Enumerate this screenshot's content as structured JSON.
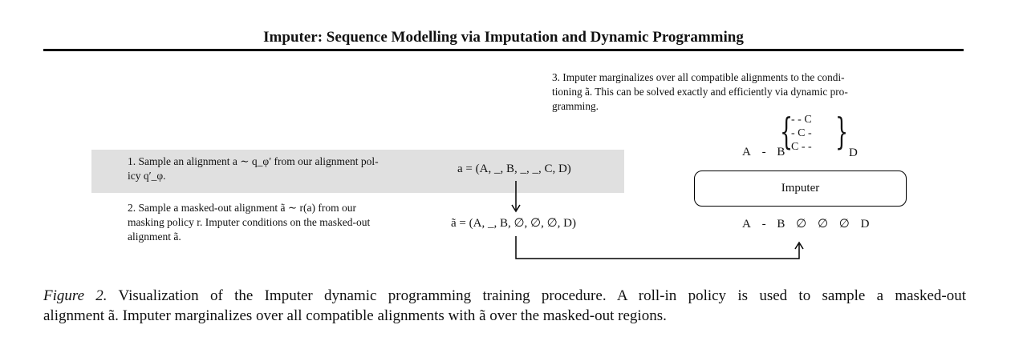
{
  "header": {
    "title": "Imputer: Sequence Modelling via Imputation and Dynamic Programming"
  },
  "step3": {
    "line1": "3.  Imputer marginalizes over all compatible alignments to the condi-",
    "line2": "tioning ã.  This can be solved exactly and efficiently via dynamic pro-",
    "line3": "gramming."
  },
  "step1": {
    "line1": "1. Sample an alignment a ∼ q_φ′ from our alignment pol-",
    "line2": "icy q′_φ."
  },
  "step2": {
    "line1": "2.  Sample a masked-out alignment ã ∼ r(a) from our",
    "line2": "masking policy r. Imputer conditions on the masked-out",
    "line3": "alignment ã."
  },
  "equations": {
    "sampled_alignment": "a = (A, _, B, _, _, C, D)",
    "masked_alignment": "ã = (A, _, B, ∅, ∅, ∅, D)"
  },
  "imputer": {
    "box_label": "Imputer",
    "input_tokens": [
      "A",
      "-",
      "B",
      "∅",
      "∅",
      "∅",
      "D"
    ],
    "output_prefix": [
      "A",
      "-",
      "B"
    ],
    "output_suffix": "D",
    "candidates": [
      "- - C",
      "- C -",
      "C - -"
    ]
  },
  "caption": {
    "label": "Figure 2.",
    "line1": "Visualization of the Imputer dynamic programming training procedure.  A roll-in policy is used to sample a masked-out",
    "line2": "alignment ã. Imputer marginalizes over all compatible alignments with ã over the masked-out regions."
  }
}
